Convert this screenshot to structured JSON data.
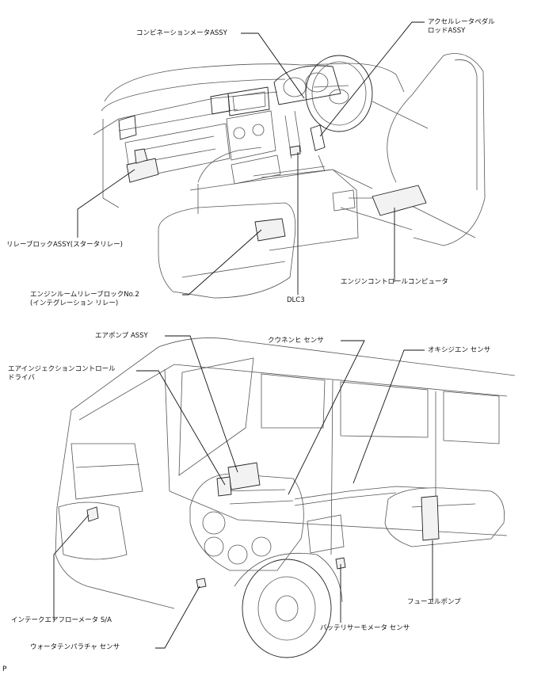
{
  "top_labels": {
    "combination_meter": "コンビネーションメータASSY",
    "accel_sensor_1": "アクセルレータペダル",
    "accel_sensor_2": "ロッドASSY",
    "relay_block": "リレーブロックASSY(スタータリレー)",
    "engine_room_relay_1": "エンジンルームリレーブロックNo.2",
    "engine_room_relay_2": "(インテグレーション リレー)",
    "dlc3": "DLC3",
    "ecm": "エンジンコントロールコンピュータ"
  },
  "bottom_labels": {
    "air_pump": "エアポンプ ASSY",
    "air_injection_1": "エアインジェクションコントロール",
    "air_injection_2": "ドライバ",
    "af_sensor": "クウネンヒ センサ",
    "oxygen_sensor": "オキシジエン センサ",
    "airflow_meter": "インテークエアフローメータ S/A",
    "water_temp": "ウォータテンパラチャ センサ",
    "battery_temp": "バッテリサーモメータ センサ",
    "fuel_pump": "フューエルポンプ"
  },
  "corner_mark": "P"
}
